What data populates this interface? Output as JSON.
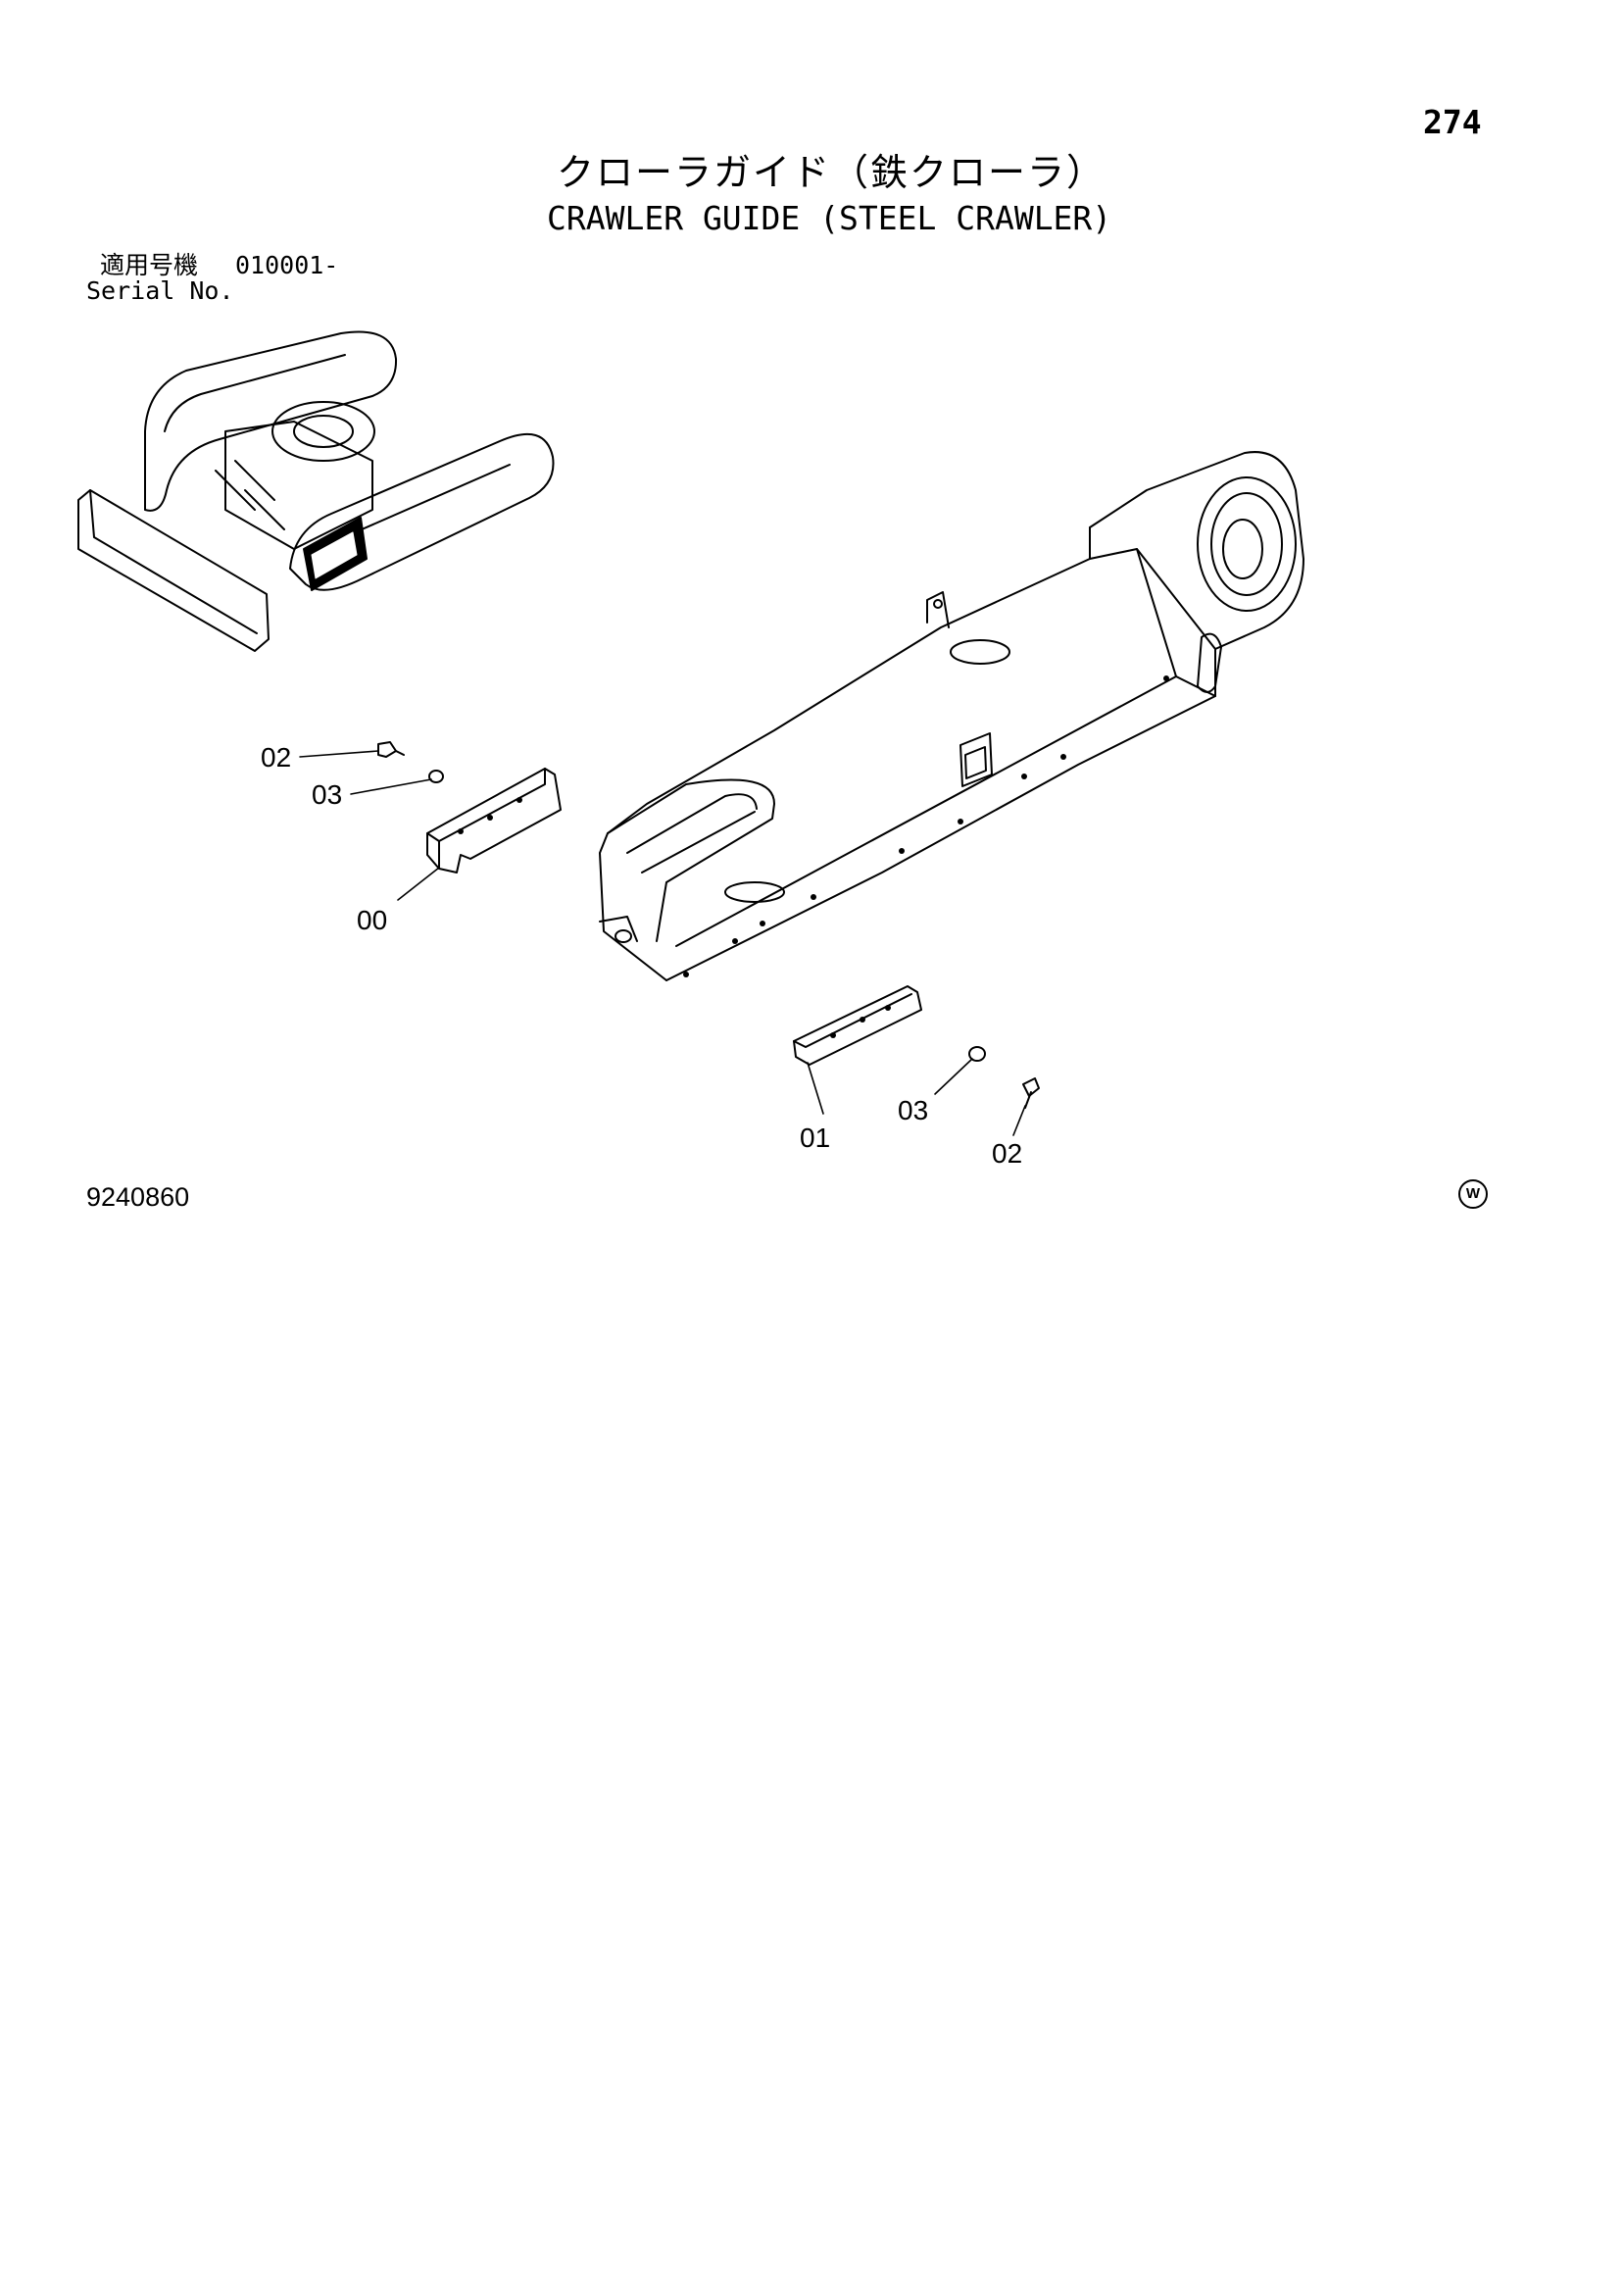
{
  "page_number": "274",
  "title_ja": "クローラガイド（鉄クローラ）",
  "title_en": "CRAWLER GUIDE (STEEL CRAWLER)",
  "serial": {
    "label_ja": "適用号機",
    "range": "010001-",
    "label_en": "Serial No."
  },
  "drawing_number": "9240860",
  "mark": "W",
  "callouts": {
    "c00": "00",
    "c01": "01",
    "c02_upper": "02",
    "c03_upper": "03",
    "c03_lower": "03",
    "c02_lower": "02"
  }
}
